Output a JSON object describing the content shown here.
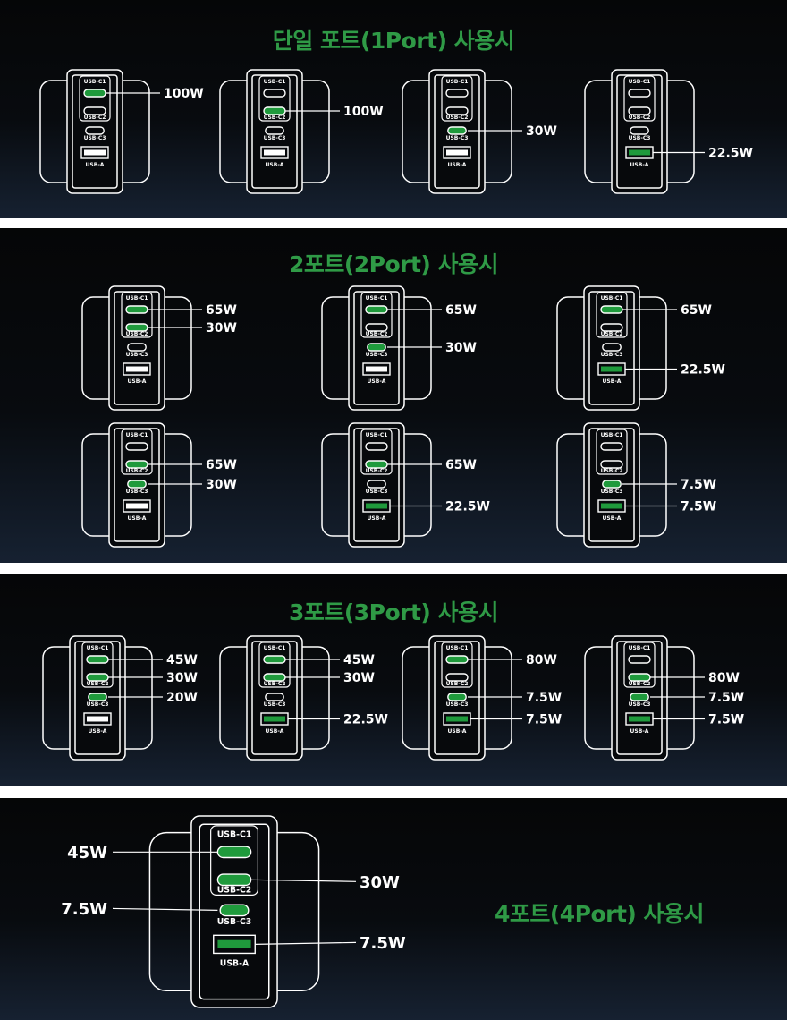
{
  "colors": {
    "accent_green": "#2f9a46",
    "port_active": "#1f9a3c",
    "outline": "#ffffff",
    "background": "#07090c"
  },
  "port_names": {
    "c1": "USB-C1",
    "c2": "USB-C2",
    "c3": "USB-C3",
    "a": "USB-A"
  },
  "sections": [
    {
      "title": "단일 포트(1Port) 사용시",
      "configs": [
        {
          "active": [
            "c1"
          ],
          "labels": [
            {
              "port": "c1",
              "text": "100W"
            }
          ]
        },
        {
          "active": [
            "c2"
          ],
          "labels": [
            {
              "port": "c2",
              "text": "100W"
            }
          ]
        },
        {
          "active": [
            "c3"
          ],
          "labels": [
            {
              "port": "c3",
              "text": "30W"
            }
          ]
        },
        {
          "active": [
            "a"
          ],
          "labels": [
            {
              "port": "a",
              "text": "22.5W"
            }
          ]
        }
      ]
    },
    {
      "title": "2포트(2Port) 사용시",
      "configs": [
        {
          "active": [
            "c1",
            "c2"
          ],
          "labels": [
            {
              "port": "c1",
              "text": "65W"
            },
            {
              "port": "c2",
              "text": "30W"
            }
          ]
        },
        {
          "active": [
            "c1",
            "c3"
          ],
          "labels": [
            {
              "port": "c1",
              "text": "65W"
            },
            {
              "port": "c3",
              "text": "30W"
            }
          ]
        },
        {
          "active": [
            "c1",
            "a"
          ],
          "labels": [
            {
              "port": "c1",
              "text": "65W"
            },
            {
              "port": "a",
              "text": "22.5W"
            }
          ]
        },
        {
          "active": [
            "c2",
            "c3"
          ],
          "labels": [
            {
              "port": "c2",
              "text": "65W"
            },
            {
              "port": "c3",
              "text": "30W"
            }
          ]
        },
        {
          "active": [
            "c2",
            "a"
          ],
          "labels": [
            {
              "port": "c2",
              "text": "65W"
            },
            {
              "port": "a",
              "text": "22.5W"
            }
          ]
        },
        {
          "active": [
            "c3",
            "a"
          ],
          "labels": [
            {
              "port": "c3",
              "text": "7.5W"
            },
            {
              "port": "a",
              "text": "7.5W"
            }
          ]
        }
      ]
    },
    {
      "title": "3포트(3Port) 사용시",
      "configs": [
        {
          "active": [
            "c1",
            "c2",
            "c3"
          ],
          "labels": [
            {
              "port": "c1",
              "text": "45W"
            },
            {
              "port": "c2",
              "text": "30W"
            },
            {
              "port": "c3",
              "text": "20W"
            }
          ]
        },
        {
          "active": [
            "c1",
            "c2",
            "a"
          ],
          "labels": [
            {
              "port": "c1",
              "text": "45W"
            },
            {
              "port": "c2",
              "text": "30W"
            },
            {
              "port": "a",
              "text": "22.5W"
            }
          ]
        },
        {
          "active": [
            "c1",
            "c3",
            "a"
          ],
          "labels": [
            {
              "port": "c1",
              "text": "80W"
            },
            {
              "port": "c3",
              "text": "7.5W"
            },
            {
              "port": "a",
              "text": "7.5W"
            }
          ]
        },
        {
          "active": [
            "c2",
            "c3",
            "a"
          ],
          "labels": [
            {
              "port": "c2",
              "text": "80W"
            },
            {
              "port": "c3",
              "text": "7.5W"
            },
            {
              "port": "a",
              "text": "7.5W"
            }
          ]
        }
      ]
    },
    {
      "title": "4포트(4Port) 사용시",
      "configs": [
        {
          "active": [
            "c1",
            "c2",
            "c3",
            "a"
          ],
          "labels": [
            {
              "port": "c1",
              "text": "45W"
            },
            {
              "port": "c2",
              "text": "30W"
            },
            {
              "port": "c3",
              "text": "7.5W"
            },
            {
              "port": "a",
              "text": "7.5W"
            }
          ]
        }
      ]
    }
  ]
}
